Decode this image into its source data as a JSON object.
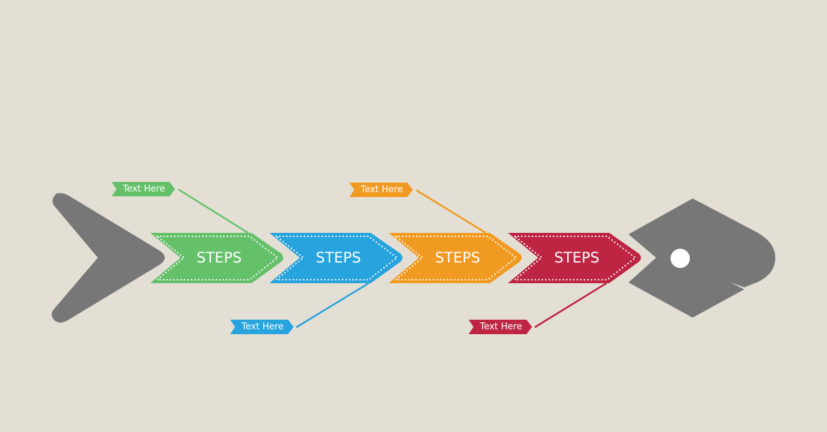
{
  "colors": {
    "background": "#e3dfd4",
    "bone": "#777777",
    "eye": "#ffffff",
    "green": "#65c06a",
    "blue": "#27a3dd",
    "orange": "#f19a21",
    "red": "#bd2542"
  },
  "steps": [
    {
      "label": "STEPS",
      "color": "#65c06a"
    },
    {
      "label": "STEPS",
      "color": "#27a3dd"
    },
    {
      "label": "STEPS",
      "color": "#f19a21"
    },
    {
      "label": "STEPS",
      "color": "#bd2542"
    }
  ],
  "callouts": [
    {
      "text": "Text Here",
      "color": "#65c06a",
      "position": "top"
    },
    {
      "text": "Text Here",
      "color": "#27a3dd",
      "position": "bottom"
    },
    {
      "text": "Text Here",
      "color": "#f19a21",
      "position": "top"
    },
    {
      "text": "Text Here",
      "color": "#bd2542",
      "position": "bottom"
    }
  ]
}
